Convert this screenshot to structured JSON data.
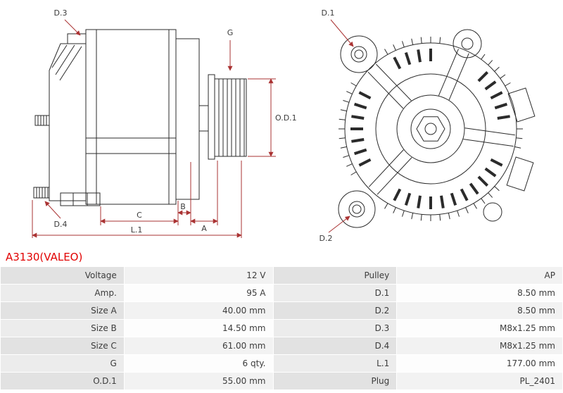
{
  "part_number": "A3130(VALEO)",
  "colors": {
    "part_number_red": "#e10000",
    "dimension_red": "#aa3333",
    "drawing_stroke": "#2b2b2b"
  },
  "diagram": {
    "labels": {
      "d3": "D.3",
      "d4": "D.4",
      "g": "G",
      "od1": "O.D.1",
      "c": "C",
      "b": "B",
      "a": "A",
      "l1": "L.1",
      "d1": "D.1",
      "d2": "D.2"
    }
  },
  "spec_table": {
    "rows": [
      {
        "label1": "Voltage",
        "value1": "12 V",
        "label2": "Pulley",
        "value2": "AP"
      },
      {
        "label1": "Amp.",
        "value1": "95 A",
        "label2": "D.1",
        "value2": "8.50 mm"
      },
      {
        "label1": "Size A",
        "value1": "40.00 mm",
        "label2": "D.2",
        "value2": "8.50 mm"
      },
      {
        "label1": "Size B",
        "value1": "14.50 mm",
        "label2": "D.3",
        "value2": "M8x1.25 mm"
      },
      {
        "label1": "Size C",
        "value1": "61.00 mm",
        "label2": "D.4",
        "value2": "M8x1.25 mm"
      },
      {
        "label1": "G",
        "value1": "6 qty.",
        "label2": "L.1",
        "value2": "177.00 mm"
      },
      {
        "label1": "O.D.1",
        "value1": "55.00 mm",
        "label2": "Plug",
        "value2": "PL_2401"
      }
    ]
  }
}
